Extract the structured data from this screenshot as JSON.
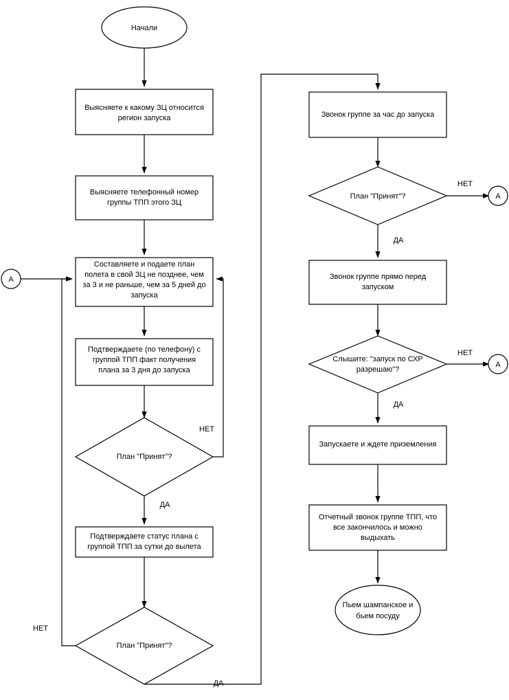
{
  "diagram": {
    "title": "Flowchart: procedure for submitting a flight plan",
    "language": "ru",
    "colors": {
      "stroke": "#000000",
      "fill": "#ffffff",
      "text": "#000000",
      "background": "#ffffff"
    },
    "nodes": {
      "start": {
        "type": "terminator",
        "label": "Начали",
        "lines": [
          "Начали"
        ]
      },
      "find_zc": {
        "type": "process",
        "label": "Выясняете к какому ЗЦ относится регион запуска",
        "lines": [
          "Выясняете к какому ЗЦ относится",
          "регион запуска"
        ]
      },
      "find_phone": {
        "type": "process",
        "label": "Выясняете телефонный номер группы ТПП этого ЗЦ",
        "lines": [
          "Выясняете телефонный номер",
          "группы ТПП этого ЗЦ"
        ]
      },
      "submit_plan": {
        "type": "process",
        "label": "Составляете и подаете план полета в свой ЗЦ не позднее, чем за 3 и не раньше, чем за 5 дней до запуска",
        "lines": [
          "Составляете и подаете план",
          "полета в свой ЗЦ не позднее, чем",
          "за 3 и не раньше, чем за 5 дней до",
          "запуска"
        ]
      },
      "confirm_receipt": {
        "type": "process",
        "label": "Подтверждаете (по телефону) с группой ТПП факт получения плана за 3 дня до запуска",
        "lines": [
          "Подтверждаете (по телефону) с",
          "группой ТПП факт получения",
          "плана за 3 дня до запуска"
        ]
      },
      "decision_accepted_1": {
        "type": "decision",
        "label": "План \"Принят\"?",
        "lines": [
          "План \"Принят\"?"
        ]
      },
      "confirm_status": {
        "type": "process",
        "label": "Подтверждаете статус плана с группой ТПП за сутки до вылета",
        "lines": [
          "Подтверждаете статус плана с",
          "группой ТПП за сутки до вылета"
        ]
      },
      "decision_accepted_2": {
        "type": "decision",
        "label": "План \"Принят\"?",
        "lines": [
          "План \"Принят\"?"
        ]
      },
      "call_hour_before": {
        "type": "process",
        "label": "Звонок группе за час до запуска",
        "lines": [
          "Звонок группе за час до запуска"
        ]
      },
      "decision_accepted_3": {
        "type": "decision",
        "label": "План \"Принят\"?",
        "lines": [
          "План \"Принят\"?"
        ]
      },
      "call_right_before": {
        "type": "process",
        "label": "Звонок группе прямо перед запуском",
        "lines": [
          "Звонок группе прямо перед",
          "запуском"
        ]
      },
      "decision_hear_permission": {
        "type": "decision",
        "label": "Слышите: \"запуск по СХР разрешаю\"?",
        "lines": [
          "Слышите: \"запуск по СХР",
          "разрешаю\"?"
        ]
      },
      "launch_wait": {
        "type": "process",
        "label": "Запускаете и ждете приземления",
        "lines": [
          "Запускаете и ждете приземления"
        ]
      },
      "report_call": {
        "type": "process",
        "label": "Отчетный звонок группе ТПП, что все закончилось и можно выдыхать",
        "lines": [
          "Отчетный звонок группе ТПП, что",
          "все закончилось и можно",
          "выдыхать"
        ]
      },
      "end": {
        "type": "terminator",
        "label": "Пьем шампанское и бьем посуду",
        "lines": [
          "Пьем шампанское и",
          "бьем посуду"
        ]
      },
      "connector_a_left": {
        "type": "connector",
        "label": "A",
        "lines": [
          "A"
        ]
      },
      "connector_a_right_top": {
        "type": "connector",
        "label": "A",
        "lines": [
          "A"
        ]
      },
      "connector_a_right_bottom": {
        "type": "connector",
        "label": "A",
        "lines": [
          "A"
        ]
      }
    },
    "edge_labels": {
      "no_1": "НЕТ",
      "yes_1": "ДА",
      "no_2": "НЕТ",
      "yes_2": "ДА",
      "no_3": "НЕТ",
      "yes_3": "ДА",
      "no_4": "НЕТ",
      "yes_4": "ДА"
    }
  }
}
